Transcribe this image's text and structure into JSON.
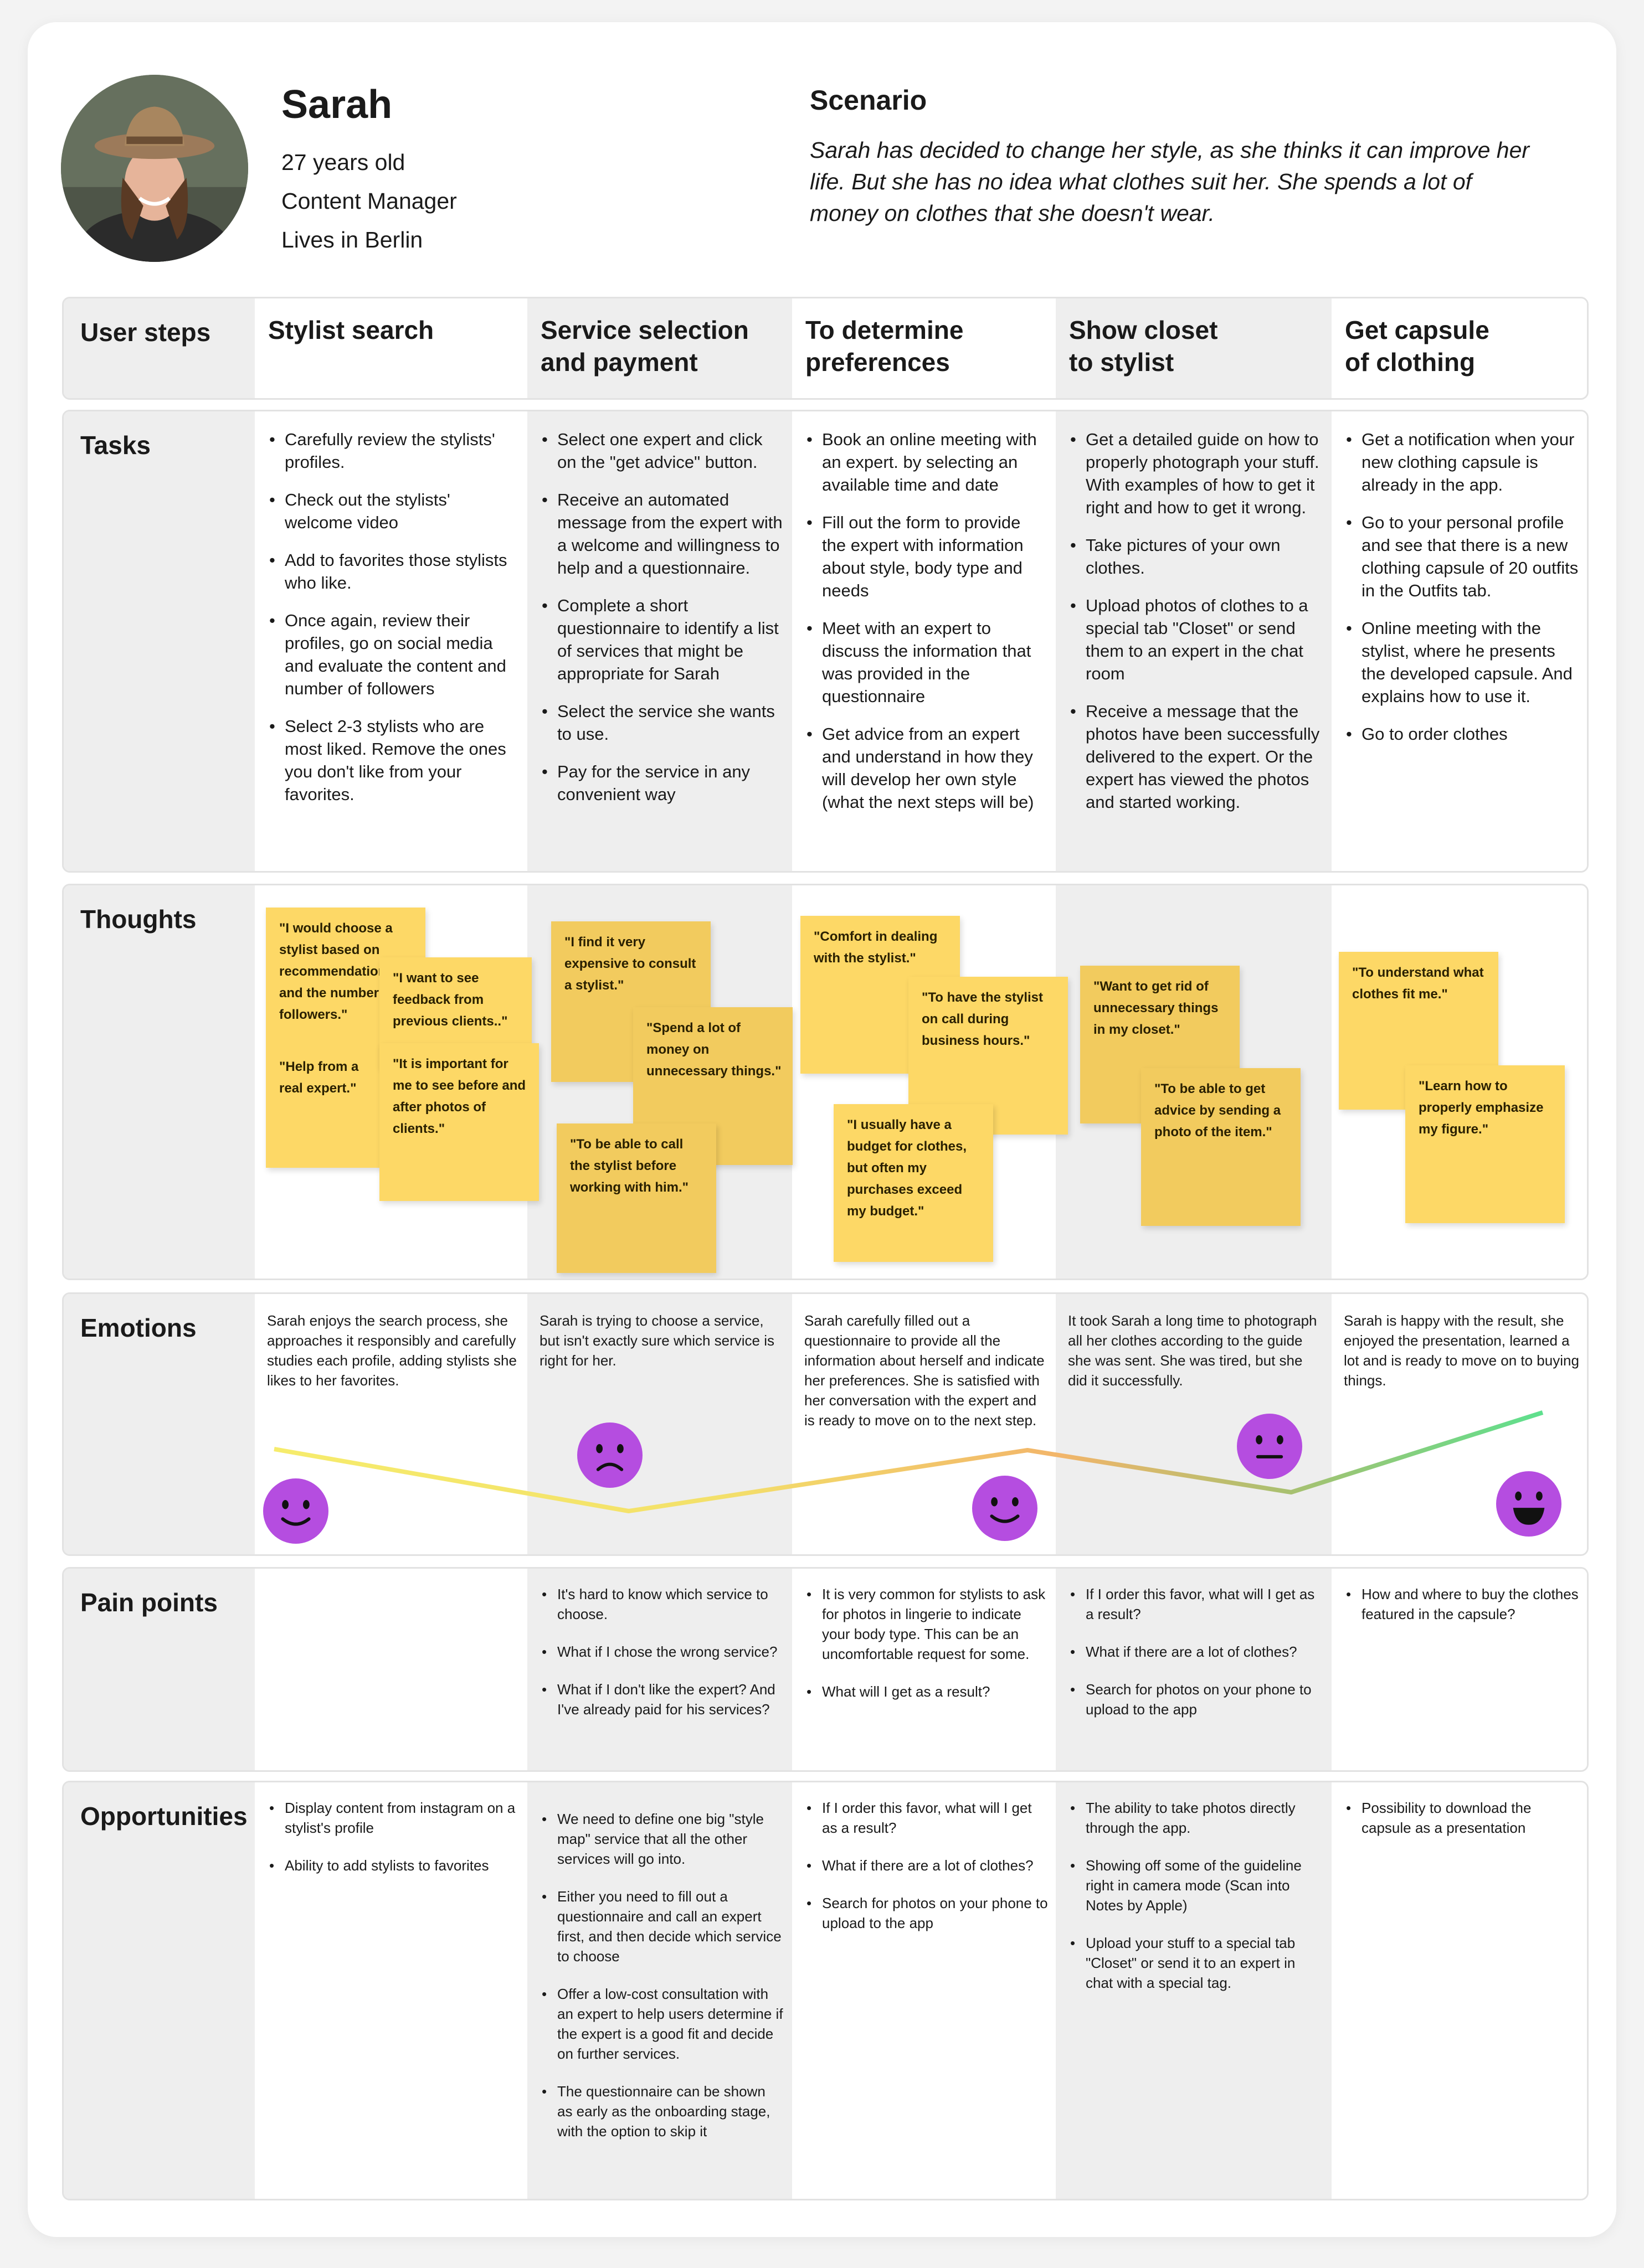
{
  "persona": {
    "name": "Sarah",
    "age": "27 years old",
    "job": "Content Manager",
    "location": "Lives in Berlin"
  },
  "scenario": {
    "title": "Scenario",
    "text": "Sarah has decided to change her style, as she thinks it can improve her life. But she has no idea what clothes suit her. She spends a lot of money on clothes that she doesn't wear."
  },
  "rows": {
    "user_steps": "User steps",
    "tasks": "Tasks",
    "thoughts": "Thoughts",
    "emotions": "Emotions",
    "pain_points": "Pain points",
    "opportunities": "Opportunities"
  },
  "steps": [
    {
      "title_line1": "Stylist search",
      "title_line2": "",
      "tasks": [
        "Carefully review the stylists' profiles.",
        "Check out the stylists' welcome video",
        "Add to favorites those stylists who like.",
        "Once again, review their profiles, go on social media and evaluate the content and number of followers",
        "Select 2-3 stylists who are most liked. Remove the ones you don't like from your favorites."
      ],
      "thoughts": [
        "\"I would choose a stylist based on recommendations and the number of followers.\"",
        "\"Help from a real expert.\"",
        "\"I want to see feedback from previous clients..\"",
        "\"It is important for me to see before and after photos of clients.\""
      ],
      "emotion_text": "Sarah enjoys the search process, she approaches it responsibly and carefully studies each profile, adding stylists she likes to her favorites.",
      "emotion": "smile",
      "pain_points": [],
      "opportunities": [
        "Display content from instagram on a stylist's profile",
        "Ability to add stylists to favorites"
      ]
    },
    {
      "title_line1": "Service selection",
      "title_line2": "and payment",
      "tasks": [
        "Select one expert and click on the \"get advice\" button.",
        "Receive an automated message from the expert with a welcome and willingness to help and a questionnaire.",
        "Complete a short questionnaire to identify a list of services that might be appropriate for Sarah",
        "Select the service she wants to use.",
        "Pay for the service in any convenient way"
      ],
      "thoughts": [
        "\"I find it very expensive to consult a stylist.\"",
        "\"Spend a lot of money on unnecessary things.\"",
        "\"To be able to call the stylist before working with him.\""
      ],
      "emotion_text": "Sarah is trying to choose a service, but isn't exactly sure which service is right for her.",
      "emotion": "sad",
      "pain_points": [
        "It's hard to know which service to choose.",
        "What if I chose the wrong service?",
        "What if I don't like the expert? And I've already paid for his services?"
      ],
      "opportunities": [
        "We need to define one big \"style map\" service that all the other services  will go into.",
        "Either you need to fill out a questionnaire and call an expert first, and then decide which service to choose",
        "Offer a low-cost consultation with an expert to help users determine if the expert is a good fit and decide on further services.",
        "The questionnaire can be shown as early as the onboarding stage, with the option to skip it"
      ]
    },
    {
      "title_line1": "To determine",
      "title_line2": "preferences",
      "tasks": [
        "Book an online meeting with an expert. by selecting an available time and date",
        "Fill out the form to provide the expert with information about style, body type and needs",
        "Meet with an expert to discuss the information that was provided in the questionnaire",
        "Get advice from an expert and understand in how they will develop her own style (what the next steps will be)"
      ],
      "thoughts": [
        "\"Comfort in dealing with the stylist.\"",
        "\"To have the stylist on call during business hours.\"",
        "\"I usually have a budget for clothes, but often my purchases exceed my budget.\""
      ],
      "emotion_text": "Sarah carefully filled out a questionnaire to provide all the information about herself and indicate her preferences. She is satisfied with her conversation with the expert and is ready to move on to the next step.",
      "emotion": "smile",
      "pain_points": [
        "It is very common for stylists to ask for photos in lingerie to indicate your body type. This can be an uncomfortable request for some.",
        "What will I get as a result?"
      ],
      "opportunities": [
        "If I order this favor, what will I get as a result?",
        "What if there are a lot of clothes?",
        "Search for photos on your phone to upload to the app"
      ]
    },
    {
      "title_line1": "Show closet",
      "title_line2": "to stylist",
      "tasks": [
        "Get a detailed guide on how to properly photograph your stuff. With examples of how to get it right and how to get it wrong.",
        "Take pictures of your own clothes.",
        "Upload photos of clothes to a special tab \"Closet\" or send them to an expert in the chat room",
        "Receive a message that the photos have been successfully delivered to the expert. Or the expert has viewed the photos and started working."
      ],
      "thoughts": [
        "\"Want to get rid of unnecessary things in my closet.\"",
        "\"To be able to get advice by sending a photo of the item.\""
      ],
      "emotion_text": "It took Sarah a long time to photograph all her clothes according to the guide she was sent. She was tired, but she did it successfully.",
      "emotion": "neutral",
      "pain_points": [
        "If I order this favor, what will I get as a result?",
        "What if there are a lot of clothes?",
        "Search for photos on your phone to upload to the app"
      ],
      "opportunities": [
        "The ability to take photos directly through the app.",
        "Showing off some of the guideline right in camera mode (Scan into Notes by Apple)",
        "Upload your stuff to a special tab \"Closet\" or send it to an expert in chat with a special tag."
      ]
    },
    {
      "title_line1": "Get capsule",
      "title_line2": "of clothing",
      "tasks": [
        "Get a notification when your new clothing capsule is already in the app.",
        "Go to your personal profile and see that there is a new clothing capsule of 20 outfits in the Outfits tab.",
        "Online meeting with the stylist, where he presents the developed capsule. And explains how to use it.",
        "Go to order clothes"
      ],
      "thoughts": [
        "\"To understand what clothes fit me.\"",
        "\"Learn how to properly emphasize my figure.\""
      ],
      "emotion_text": "Sarah is happy with the result, she enjoyed the presentation, learned a lot and is ready to move on to buying things.",
      "emotion": "grin",
      "pain_points": [
        "How and where to buy the clothes featured in the capsule?"
      ],
      "opportunities": [
        "Possibility to download the capsule as a presentation"
      ]
    }
  ],
  "emotion_curve": [
    7,
    3,
    6,
    4,
    9
  ],
  "colors": {
    "sticky": "#fdd866",
    "sticky_dark": "#f2cb5e",
    "smiley": "#b54de0",
    "curve_start": "#f6ec6c",
    "curve_mid": "#f2b56a",
    "curve_end": "#5ee08e"
  }
}
